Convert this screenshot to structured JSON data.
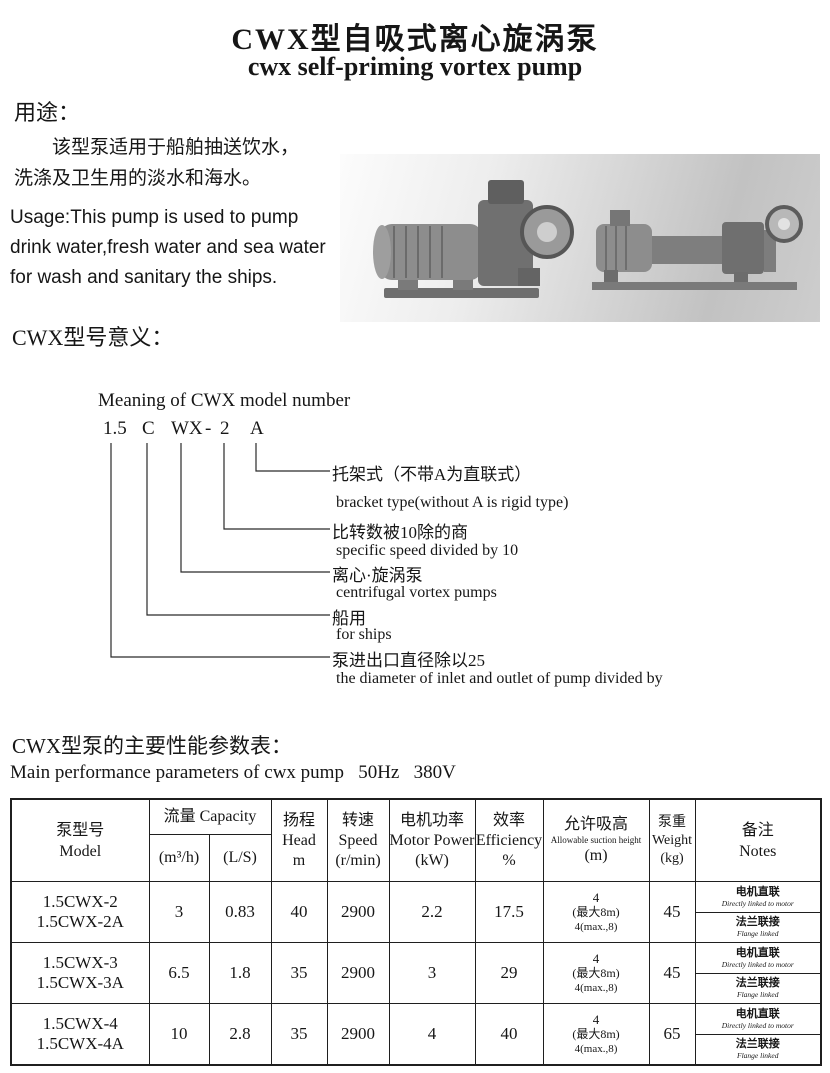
{
  "header": {
    "title_zh": "CWX型自吸式离心旋涡泵",
    "title_en": "cwx self-priming vortex pump"
  },
  "usage": {
    "heading": "用途：",
    "body_zh_line1": "该型泵适用于船舶抽送饮水，",
    "body_zh_line2": "洗涤及卫生用的淡水和海水。",
    "body_en": "Usage:This pump is used to pump drink water,fresh water and sea water for wash and sanitary the ships."
  },
  "model_meaning": {
    "heading_zh": "CWX型号意义：",
    "heading_en": "Meaning of CWX model number",
    "code": {
      "p1": "1.5",
      "p2": "C",
      "p3": "WX",
      "p4": "-",
      "p5": "2",
      "p6": "A"
    },
    "labels": [
      {
        "zh": "托架式（不带A为直联式）",
        "en": "bracket type(without  A is rigid type)"
      },
      {
        "zh": "比转数被10除的商",
        "en": "specific speed divided by 10"
      },
      {
        "zh": "离心·旋涡泵",
        "en": "centrifugal vortex pumps"
      },
      {
        "zh": "船用",
        "en": "for ships"
      },
      {
        "zh": "泵进出口直径除以25",
        "en": "the diameter of inlet and outlet of pump divided by"
      }
    ]
  },
  "parameters": {
    "heading_zh": "CWX型泵的主要性能参数表：",
    "heading_en": "Main performance parameters of cwx pump   50Hz   380V"
  },
  "table": {
    "headers": {
      "model_zh": "泵型号",
      "model_en": "Model",
      "capacity": "流量 Capacity",
      "capacity_m3h": "(m³/h)",
      "capacity_ls": "(L/S)",
      "head_zh": "扬程",
      "head_en": "Head",
      "head_unit": "m",
      "speed_zh": "转速",
      "speed_en": "Speed",
      "speed_unit": "(r/min)",
      "power_zh": "电机功率",
      "power_en": "Motor Power",
      "power_unit": "(kW)",
      "eff_zh": "效率",
      "eff_en": "Efficiency",
      "eff_unit": "%",
      "suction_zh": "允许吸高",
      "suction_en": "Allowable suction height",
      "suction_unit": "(m)",
      "weight_zh": "泵重",
      "weight_en": "Weight",
      "weight_unit": "(kg)",
      "notes_zh": "备注",
      "notes_en": "Notes"
    },
    "rows": [
      {
        "model1": "1.5CWX-2",
        "model2": "1.5CWX-2A",
        "m3h": "3",
        "ls": "0.83",
        "head": "40",
        "speed": "2900",
        "power": "2.2",
        "eff": "17.5",
        "suction1": "4",
        "suction2": "(最大8m)",
        "suction3": "4(max.,8)",
        "weight": "45",
        "note1_zh": "电机直联",
        "note1_en": "Directly linked to motor",
        "note2_zh": "法兰联接",
        "note2_en": "Flange linked"
      },
      {
        "model1": "1.5CWX-3",
        "model2": "1.5CWX-3A",
        "m3h": "6.5",
        "ls": "1.8",
        "head": "35",
        "speed": "2900",
        "power": "3",
        "eff": "29",
        "suction1": "4",
        "suction2": "(最大8m)",
        "suction3": "4(max.,8)",
        "weight": "45",
        "note1_zh": "电机直联",
        "note1_en": "Directly linked to motor",
        "note2_zh": "法兰联接",
        "note2_en": "Flange linked"
      },
      {
        "model1": "1.5CWX-4",
        "model2": "1.5CWX-4A",
        "m3h": "10",
        "ls": "2.8",
        "head": "35",
        "speed": "2900",
        "power": "4",
        "eff": "40",
        "suction1": "4",
        "suction2": "(最大8m)",
        "suction3": "4(max.,8)",
        "weight": "65",
        "note1_zh": "电机直联",
        "note1_en": "Directly linked to motor",
        "note2_zh": "法兰联接",
        "note2_en": "Flange linked"
      }
    ]
  }
}
